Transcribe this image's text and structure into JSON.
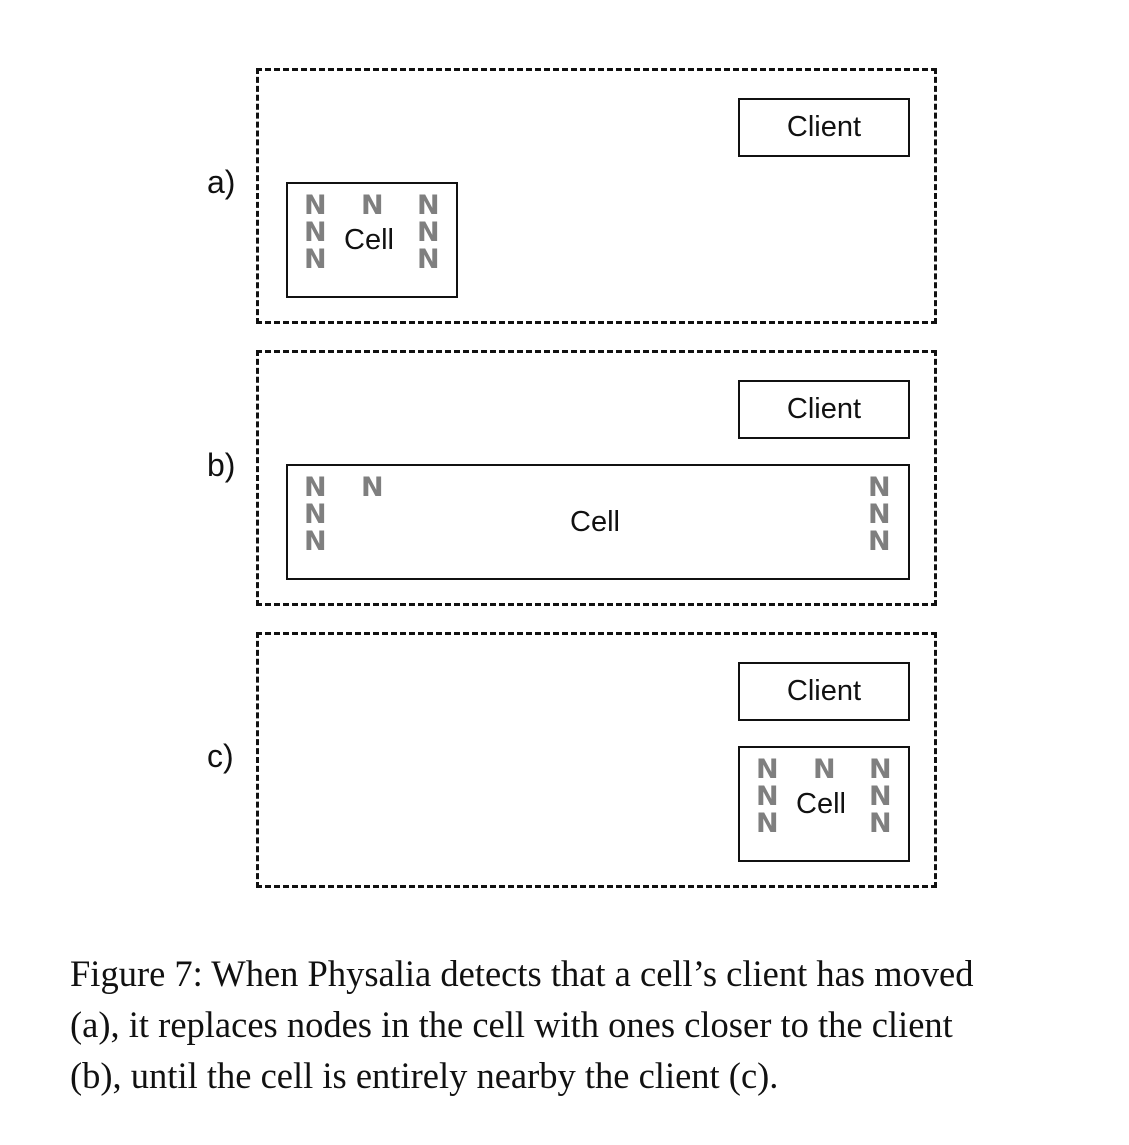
{
  "panels": [
    {
      "label": "a)",
      "client": "Client",
      "cell": "Cell"
    },
    {
      "label": "b)",
      "client": "Client",
      "cell": "Cell"
    },
    {
      "label": "c)",
      "client": "Client",
      "cell": "Cell"
    }
  ],
  "node_label": "N",
  "colors": {
    "node": "#7f7f7f",
    "line": "#111111"
  },
  "caption": {
    "lines": [
      "Figure 7: When Physalia detects that a cell’s client has moved",
      "(a), it replaces nodes in the cell with ones closer to the client",
      "(b), until the cell is entirely nearby the client (c)."
    ]
  }
}
